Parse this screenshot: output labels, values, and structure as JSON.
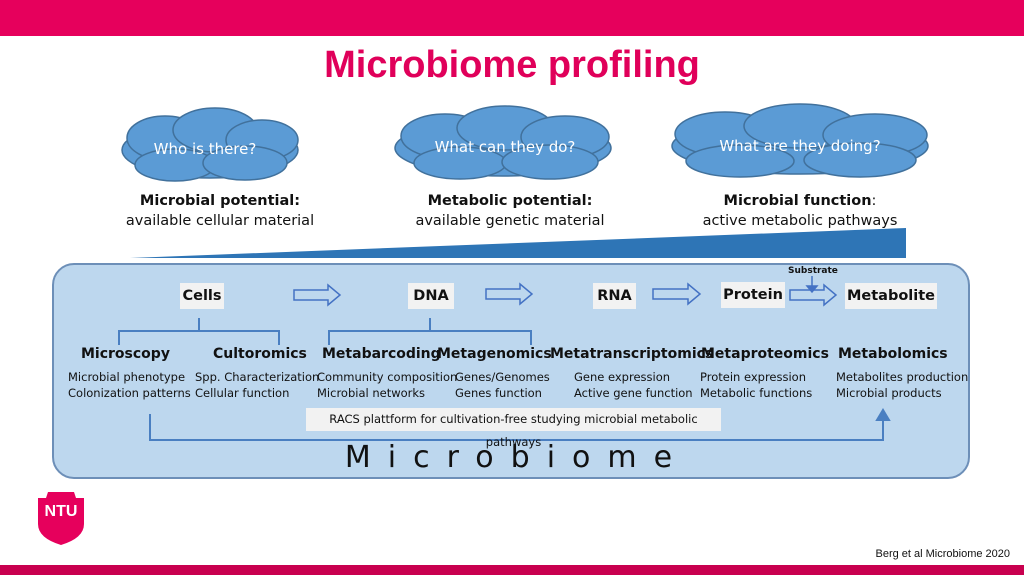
{
  "header": {
    "title": "Microbiome profiling"
  },
  "clouds": [
    {
      "label": "Who is there?"
    },
    {
      "label": "What can they do?"
    },
    {
      "label": "What are they doing?"
    }
  ],
  "potentials": [
    {
      "bold": "Microbial potential:",
      "rest": "",
      "sub": "available cellular material"
    },
    {
      "bold": "Metabolic potential:",
      "rest": "",
      "sub": "available genetic material"
    },
    {
      "bold": "Microbial function",
      "rest": ":",
      "sub": "active metabolic pathways"
    }
  ],
  "flow": {
    "boxes": [
      "Cells",
      "DNA",
      "RNA",
      "Protein",
      "Metabolite"
    ],
    "substrate": "Substrate"
  },
  "methods": [
    {
      "name": "Microscopy",
      "desc1": "Microbial phenotype",
      "desc2": "Colonization patterns"
    },
    {
      "name": "Cultoromics",
      "desc1": "Spp. Characterization",
      "desc2": "Cellular function"
    },
    {
      "name": "Metabarcoding",
      "desc1": "Community composition",
      "desc2": "Microbial networks"
    },
    {
      "name": "Metagenomics",
      "desc1": "Genes/Genomes",
      "desc2": "Genes function"
    },
    {
      "name": "Metatranscriptomics",
      "desc1": "Gene expression",
      "desc2": "Active gene function"
    },
    {
      "name": "Metaproteomics",
      "desc1": "Protein expression",
      "desc2": "Metabolic functions"
    },
    {
      "name": "Metabolomics",
      "desc1": "Metabolites production",
      "desc2": "Microbial products"
    }
  ],
  "racs": "RACS plattform for cultivation-free studying microbial metabolic pathways",
  "panel_label": "Microbiome",
  "logo": {
    "text": "NTU"
  },
  "citation": "Berg et al Microbiome 2020",
  "colors": {
    "accent": "#e6005c",
    "cloud": "#5b9bd5",
    "panel": "#bdd7ee",
    "wedge": "#2e75b6"
  }
}
